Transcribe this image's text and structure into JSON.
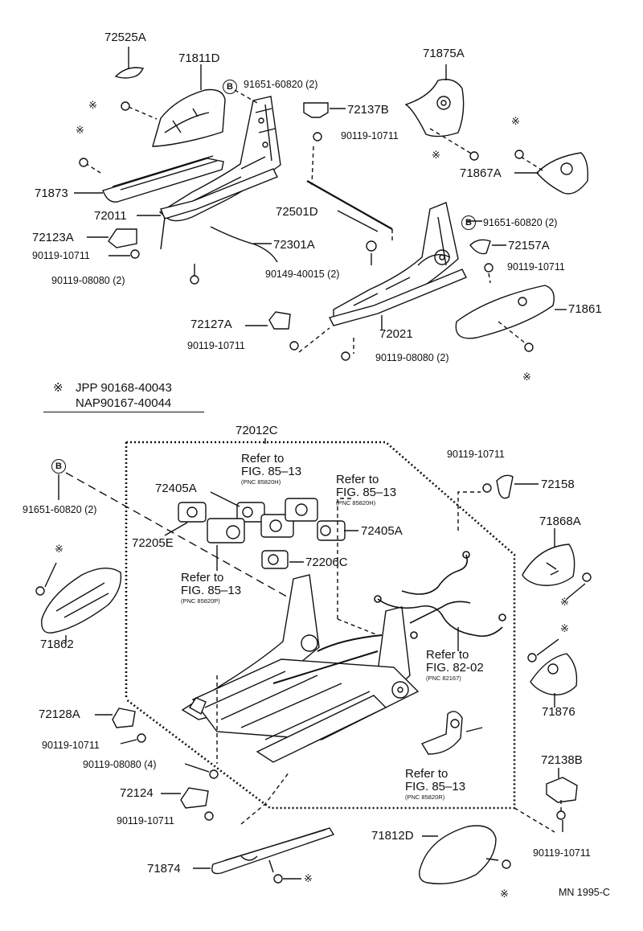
{
  "labels": {
    "p72525A": "72525A",
    "p71811D": "71811D",
    "p91651_60820_2_top": "91651-60820 (2)",
    "p72137B": "72137B",
    "p90119_10711_a": "90119-10711",
    "p71875A": "71875A",
    "p71867A": "71867A",
    "p71873": "71873",
    "p72011": "72011",
    "p72501D": "72501D",
    "p91651_60820_2_right": "91651-60820 (2)",
    "p72123A": "72123A",
    "p90119_10711_b": "90119-10711",
    "p72301A": "72301A",
    "p72157A": "72157A",
    "p90119_10711_c": "90119-10711",
    "p90119_08080_2_left": "90119-08080 (2)",
    "p90149_40015_2": "90149-40015 (2)",
    "p71861": "71861",
    "p72127A": "72127A",
    "p72021": "72021",
    "p90119_10711_d": "90119-10711",
    "p90119_08080_2_right": "90119-08080 (2)",
    "p72012C": "72012C",
    "p90119_10711_e": "90119-10711",
    "p72158": "72158",
    "p91651_60820_2_left": "91651-60820 (2)",
    "p72405A_left": "72405A",
    "p72405A_right": "72405A",
    "p72205E": "72205E",
    "p72206C": "72206C",
    "p71868A": "71868A",
    "p71862": "71862",
    "p71876": "71876",
    "p72128A": "72128A",
    "p90119_10711_f": "90119-10711",
    "p90119_08080_4": "90119-08080 (4)",
    "p72124": "72124",
    "p90119_10711_g": "90119-10711",
    "p72138B": "72138B",
    "p71812D": "71812D",
    "p90119_10711_h": "90119-10711",
    "p71874": "71874"
  },
  "references": {
    "ref1": {
      "line1": "Refer to",
      "line2": "FIG. 85–13",
      "pnc": "(PNC 85820H)"
    },
    "ref2": {
      "line1": "Refer to",
      "line2": "FIG. 85–13",
      "pnc": "(PNC 85820H)"
    },
    "ref3": {
      "line1": "Refer to",
      "line2": "FIG. 85–13",
      "pnc": "(PNC 85820P)"
    },
    "ref4": {
      "line1": "Refer to",
      "line2": "FIG. 82-02",
      "pnc": "(PNC 82167)"
    },
    "ref5": {
      "line1": "Refer to",
      "line2": "FIG. 85–13",
      "pnc": "(PNC 85820R)"
    }
  },
  "note": {
    "symbol": "※",
    "line1": "JPP  90168-40043",
    "line2": "NAP90167-40044"
  },
  "markers": {
    "badge_letter": "B",
    "star": "※"
  },
  "footer": {
    "code": "MN 1995-C"
  }
}
